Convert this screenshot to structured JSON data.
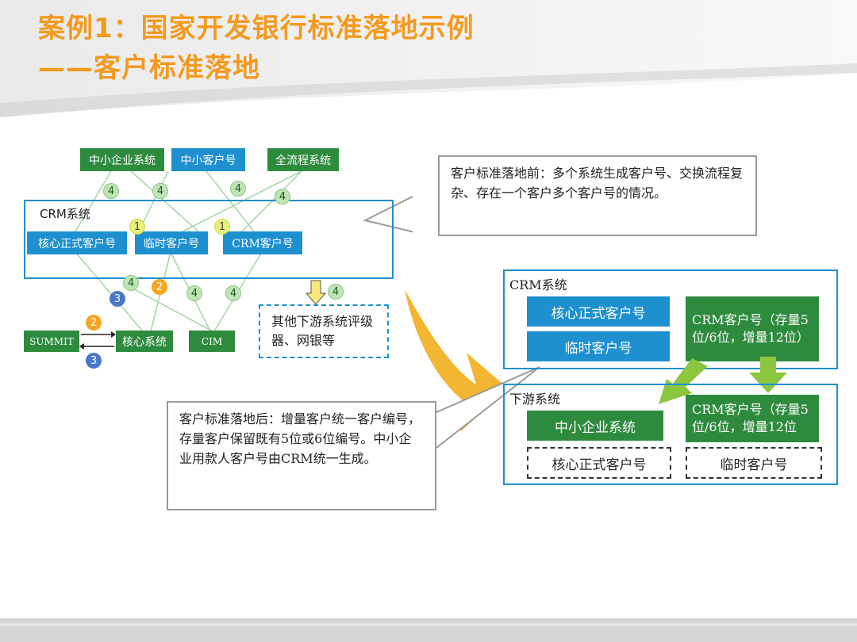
{
  "title": {
    "line1": "案例1：国家开发银行标准落地示例",
    "line2": "——客户标准落地"
  },
  "left_diagram": {
    "top_boxes": [
      "中小企业系统",
      "中小客户号",
      "全流程系统"
    ],
    "crm_label": "CRM系统",
    "crm_boxes": [
      "核心正式客户号",
      "临时客户号",
      "CRM客户号"
    ],
    "bottom_boxes": [
      "SUMMIT",
      "核心系统",
      "CIM"
    ],
    "downstream_box": "其他下游系统评级器、网银等",
    "badges": {
      "four": "4",
      "one": "1",
      "two": "2",
      "three": "3"
    }
  },
  "callout_before": "客户标准落地前：多个系统生成客户号、交换流程复杂、存在一个客户多个客户号的情况。",
  "callout_after": "客户标准落地后：增量客户统一客户编号，存量客户保留既有5位或6位编号。中小企业用款人客户号由CRM统一生成。",
  "right_diagram": {
    "crm_label": "CRM系统",
    "crm_boxes": [
      "核心正式客户号",
      "临时客户号"
    ],
    "crm_green": "CRM客户号（存量5位/6位，增量12位）",
    "down_label": "下游系统",
    "down_green_left": "中小企业系统",
    "down_green_right": "CRM客户号（存量5位/6位，增量12位",
    "down_dashed": [
      "核心正式客户号",
      "临时客户号"
    ]
  },
  "colors": {
    "title": "#f39a1e",
    "green": "#2e8b3e",
    "blue": "#1e90d0",
    "arrow_yellow": "#f2b632",
    "arrow_green": "#8cc63f"
  }
}
